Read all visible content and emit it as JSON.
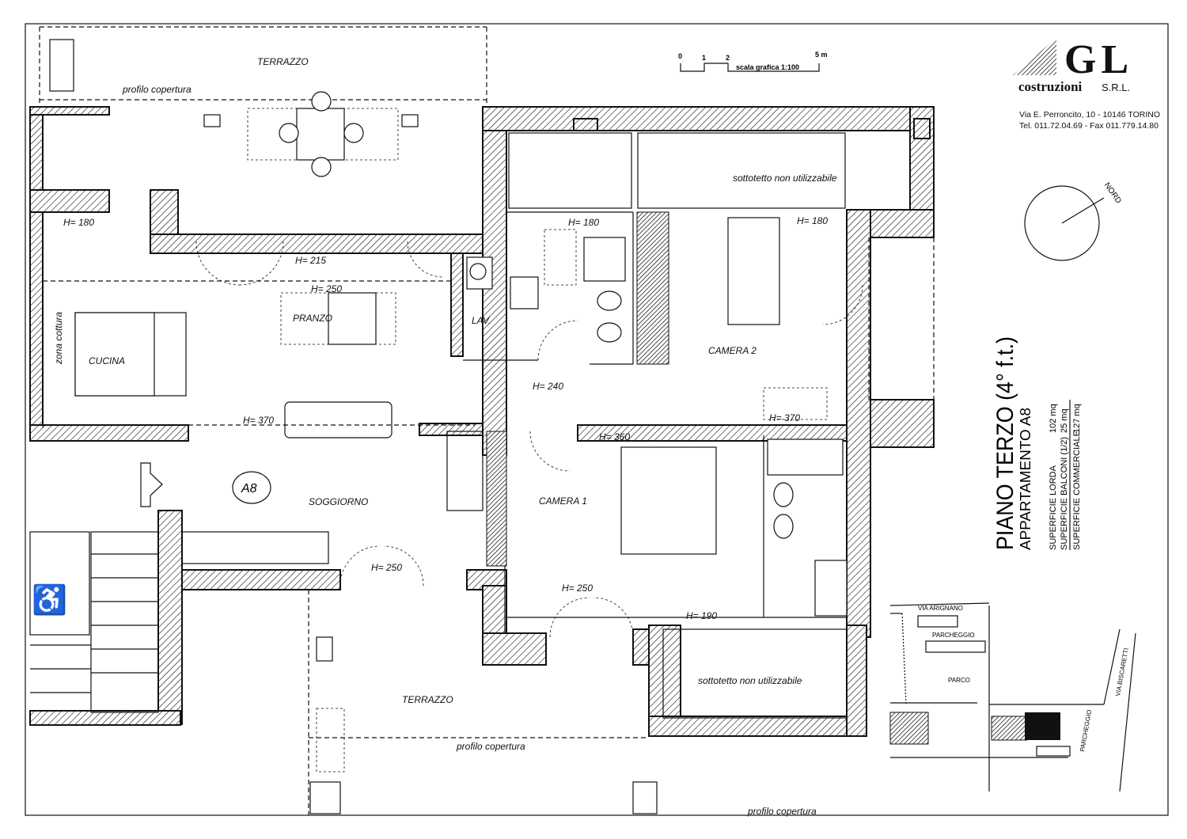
{
  "scale_bar": {
    "ticks": [
      "0",
      "1",
      "2",
      "5 m"
    ],
    "label": "scala grafica 1:100"
  },
  "company": {
    "logo_text": "GL",
    "name": "costruzioni",
    "suffix": "S.R.L.",
    "address": "Via E. Perroncito, 10  - 10146 TORINO",
    "contacts": "Tel. 011.72.04.69 - Fax 011.779.14.80"
  },
  "compass": {
    "label": "NORD"
  },
  "title": {
    "floor": "PIANO TERZO (4° f.t.)",
    "apartment": "APPARTAMENTO A8",
    "areas": [
      {
        "label": "SUPERFICIE LORDA",
        "value": "102 mq"
      },
      {
        "label": "SUPERFICIE BALCONI (1/2)",
        "value": "25 mq"
      },
      {
        "label": "SUPERFICIE COMMERCIALE",
        "value": "127 mq"
      }
    ]
  },
  "rooms": {
    "terrazzo_top": "TERRAZZO",
    "terrazzo_bottom": "TERRAZZO",
    "pranzo": "PRANZO",
    "cucina": "CUCINA",
    "zona_cottura": "zona cottura",
    "lav": "LAV.",
    "camera1": "CAMERA 1",
    "camera2": "CAMERA 2",
    "soggiorno": "SOGGIORNO",
    "sottotetto_top": "sottotetto non utilizzabile",
    "sottotetto_bottom": "sottotetto non utilizzabile",
    "unit_tag": "A8"
  },
  "notes": {
    "profilo1": "profilo copertura",
    "profilo2": "profilo copertura",
    "profilo3": "profilo copertura"
  },
  "heights": {
    "h1": "H= 180",
    "h2": "H= 215",
    "h3": "H= 250",
    "h4": "H= 180",
    "h5": "H= 180",
    "h6": "H= 240",
    "h7": "H= 370",
    "h8": "H= 370",
    "h9": "H= 360",
    "h10": "H= 250",
    "h11": "H= 250",
    "h12": "H= 190"
  },
  "site_map": {
    "street1": "VIA ARIGNANO",
    "parking1": "PARCHEGGIO",
    "park": "PARCO",
    "street2": "VIA BISCARETTI",
    "parking2": "PARCHEGGIO"
  }
}
